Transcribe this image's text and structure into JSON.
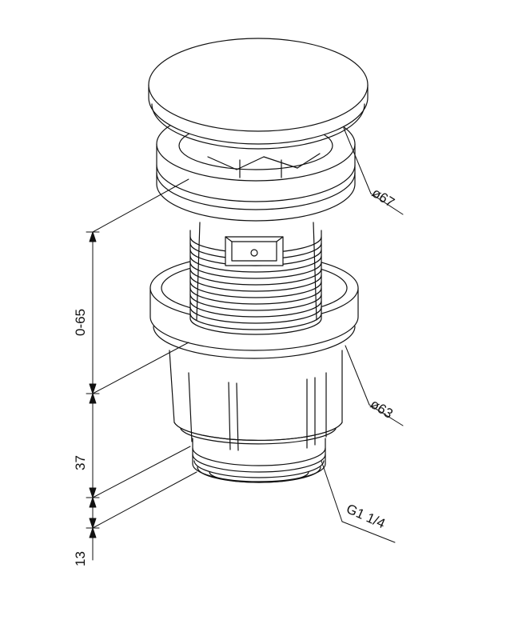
{
  "labels": {
    "dim_top": "ø67",
    "dim_flange": "ø63",
    "dim_thread": "G1 1/4",
    "dim_height_range": "0-65",
    "dim_body": "37",
    "dim_tail": "13"
  },
  "colors": {
    "line": "#111111",
    "background": "#ffffff"
  }
}
